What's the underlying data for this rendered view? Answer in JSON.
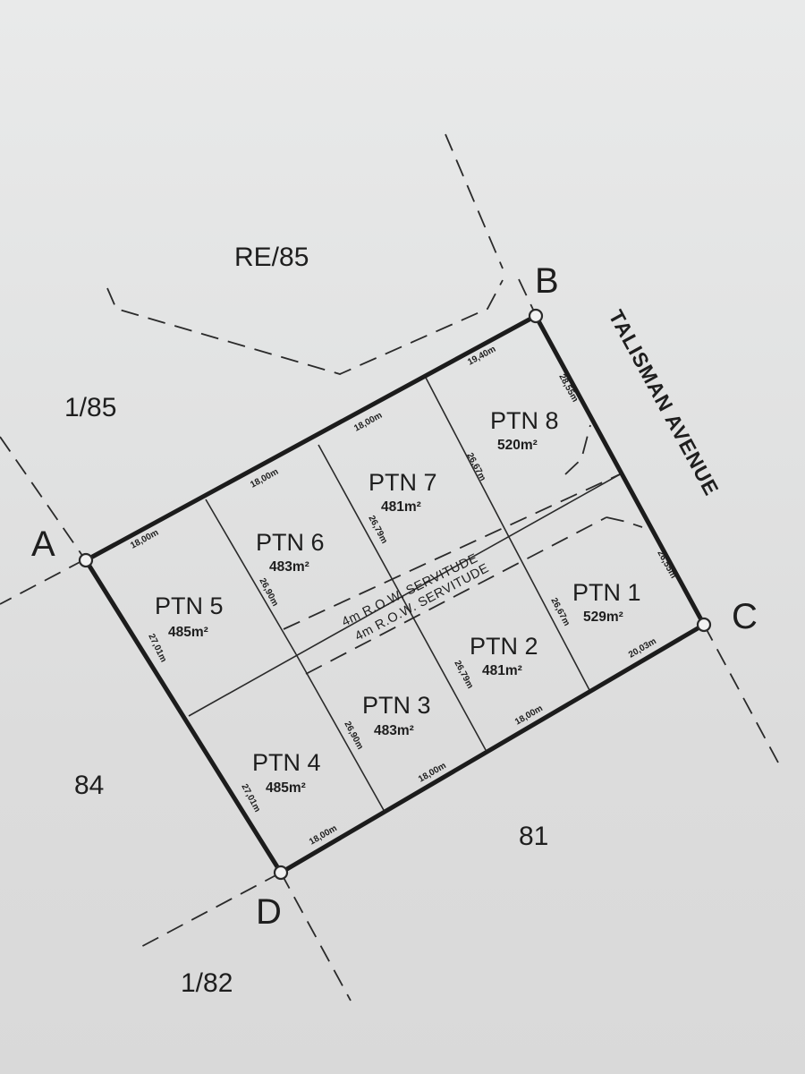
{
  "corners": {
    "a": "A",
    "b": "B",
    "c": "C",
    "d": "D"
  },
  "neighbours": {
    "re85": "RE/85",
    "n185": "1/85",
    "n84": "84",
    "n81": "81",
    "n182": "1/82"
  },
  "road": "TALISMAN AVENUE",
  "servitudes": [
    "4m R.O.W. SERVITUDE",
    "4m R.O.W. SERVITUDE"
  ],
  "portions": [
    {
      "name": "PTN 1",
      "area": "529m²"
    },
    {
      "name": "PTN 2",
      "area": "481m²"
    },
    {
      "name": "PTN 3",
      "area": "483m²"
    },
    {
      "name": "PTN 4",
      "area": "485m²"
    },
    {
      "name": "PTN 5",
      "area": "485m²"
    },
    {
      "name": "PTN 6",
      "area": "483m²"
    },
    {
      "name": "PTN 7",
      "area": "481m²"
    },
    {
      "name": "PTN 8",
      "area": "520m²"
    }
  ],
  "lengths": {
    "top_1": "18,00m",
    "top_2": "18,00m",
    "top_3": "18,00m",
    "top_4": "19,40m",
    "right_upper": "28,55m",
    "right_lower": "26,55m",
    "bottom_1": "20,03m",
    "bottom_2": "18,00m",
    "bottom_3": "18,00m",
    "bottom_4": "18,00m",
    "left_upper": "27,01m",
    "left_lower": "27,01m",
    "div_6": "26,90m",
    "div_7": "26,79m",
    "div_8": "26,67m",
    "div_1": "26,67m",
    "div_2": "26,79m",
    "div_3": "26,90m"
  }
}
